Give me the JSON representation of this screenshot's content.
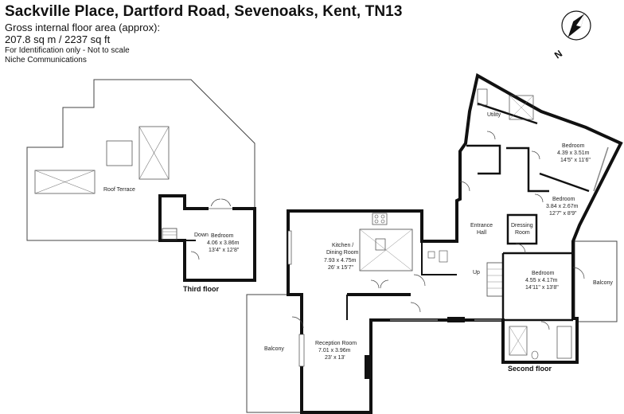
{
  "header": {
    "title": "Sackville Place, Dartford Road, Sevenoaks, Kent, TN13",
    "area_label": "Gross internal floor area (approx):",
    "area_value": "207.8 sq m / 2237 sq ft",
    "note": "For Identification only - Not to scale",
    "agent": "Niche Communications"
  },
  "compass": {
    "letter": "N"
  },
  "third_floor": {
    "label": "Third floor",
    "roof_terrace": "Roof Terrace",
    "bedroom": {
      "name": "Bedroom",
      "metric": "4.06 x 3.86m",
      "imperial": "13'4\" x 12'8\""
    },
    "down": "Down"
  },
  "second_floor": {
    "label": "Second floor",
    "kitchen": {
      "name": "Kitchen /",
      "name2": "Dining Room",
      "metric": "7.93 x 4.75m",
      "imperial": "26' x 15'7\""
    },
    "reception": {
      "name": "Reception Room",
      "metric": "7.01 x 3.96m",
      "imperial": "23' x 13'"
    },
    "balcony_left": "Balcony",
    "balcony_right": "Balcony",
    "entrance": {
      "line1": "Entrance",
      "line2": "Hall"
    },
    "dressing": {
      "line1": "Dressing",
      "line2": "Room"
    },
    "up": "Up",
    "bedroom_main": {
      "name": "Bedroom",
      "metric": "4.55 x 4.17m",
      "imperial": "14'11\" x 13'8\""
    },
    "bedroom_ne": {
      "name": "Bedroom",
      "metric": "4.39 x 3.51m",
      "imperial": "14'5\" x 11'6\""
    },
    "bedroom_mid": {
      "name": "Bedroom",
      "metric": "3.84 x 2.67m",
      "imperial": "12'7\" x 8'9\""
    },
    "utility": "Utility"
  },
  "colors": {
    "wall": "#111111",
    "thin": "#555555",
    "fill": "#ffffff"
  }
}
